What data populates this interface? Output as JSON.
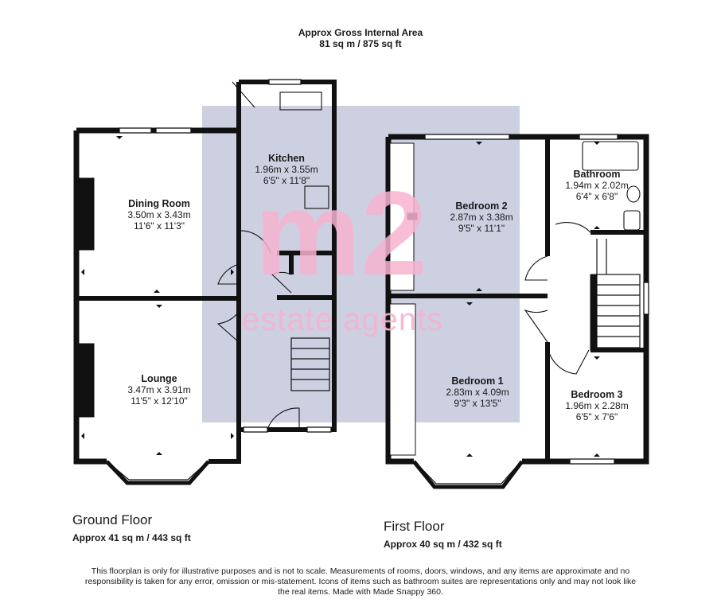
{
  "header": {
    "title": "Approx Gross Internal Area",
    "area": "81 sq m / 875 sq ft"
  },
  "watermark": {
    "logo": "m2",
    "tagline": "estate agents",
    "block_color": "#c4c8dc",
    "logo_color": "#f7b3d0"
  },
  "ground_floor": {
    "title": "Ground Floor",
    "area": "Approx 41 sq m / 443 sq ft",
    "rooms": {
      "kitchen": {
        "name": "Kitchen",
        "metric": "1.96m x 3.55m",
        "imperial": "6'5\" x 11'8\""
      },
      "dining": {
        "name": "Dining Room",
        "metric": "3.50m x 3.43m",
        "imperial": "11'6\" x 11'3\""
      },
      "lounge": {
        "name": "Lounge",
        "metric": "3.47m x 3.91m",
        "imperial": "11'5\" x 12'10\""
      }
    }
  },
  "first_floor": {
    "title": "First Floor",
    "area": "Approx 40 sq m / 432 sq ft",
    "rooms": {
      "bathroom": {
        "name": "Bathroom",
        "metric": "1.94m x 2.02m",
        "imperial": "6'4\" x 6'8\""
      },
      "bedroom2": {
        "name": "Bedroom 2",
        "metric": "2.87m x 3.38m",
        "imperial": "9'5\" x 11'1\""
      },
      "bedroom1": {
        "name": "Bedroom 1",
        "metric": "2.83m x 4.09m",
        "imperial": "9'3\" x 13'5\""
      },
      "bedroom3": {
        "name": "Bedroom 3",
        "metric": "1.96m x 2.28m",
        "imperial": "6'5\" x 7'6\""
      }
    }
  },
  "disclaimer": "This floorplan is only for illustrative purposes and is not to scale. Measurements of rooms, doors, windows, and any items are approximate and no responsibility is taken for any error, omission or mis-statement. Icons of items such as bathroom suites are representations only and may not look like the real items. Made with Made Snappy 360."
}
